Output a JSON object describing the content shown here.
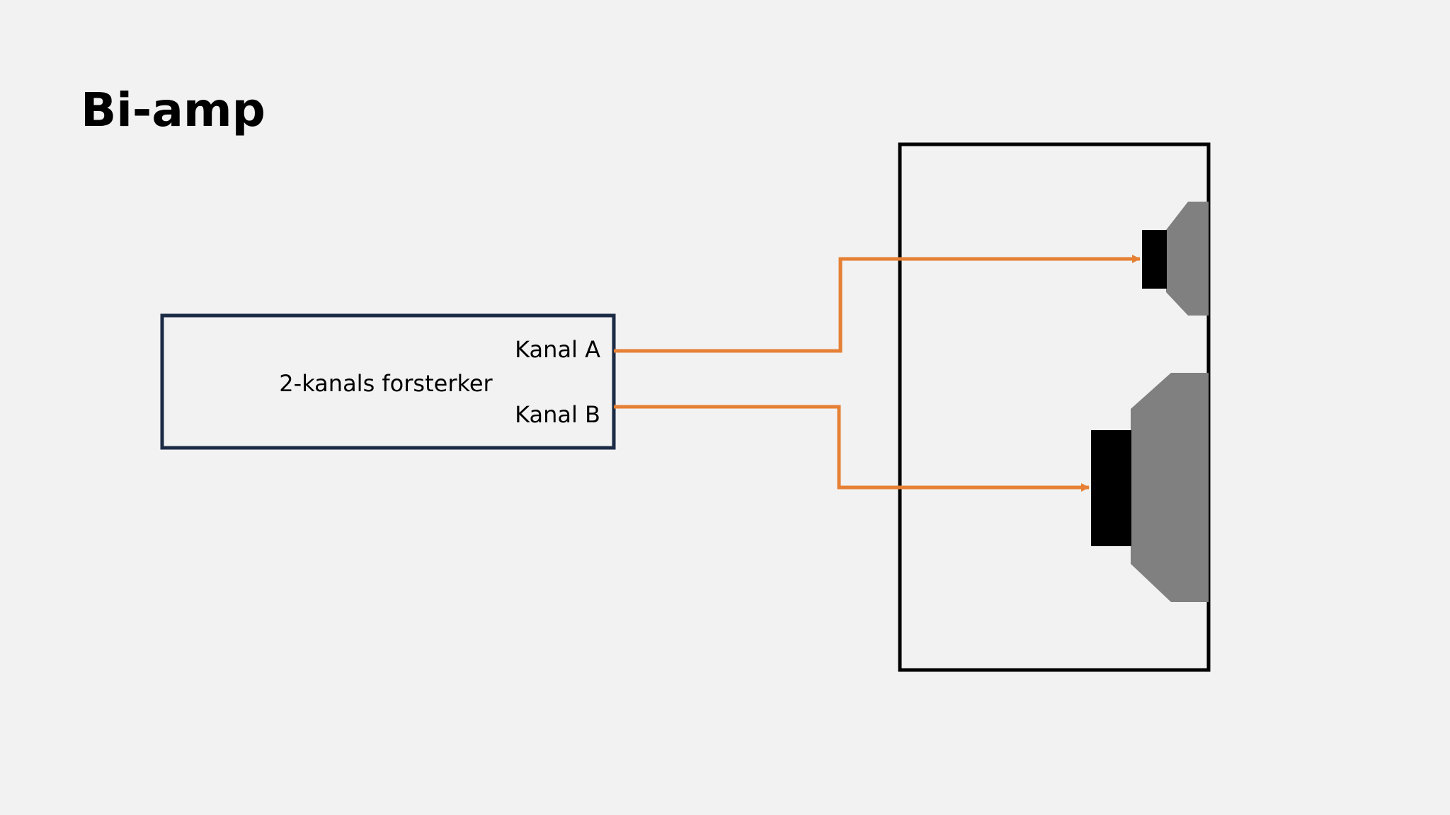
{
  "title": "Bi-amp",
  "amplifier": {
    "label": "2-kanals forsterker",
    "channels": [
      {
        "label": "Kanal A"
      },
      {
        "label": "Kanal B"
      }
    ]
  },
  "colors": {
    "background": "#f2f2f2",
    "amplifier_border": "#1c2b45",
    "wire": "#e58034",
    "cabinet_border": "#000000",
    "driver_magnet": "#000000",
    "driver_cone": "#808080"
  }
}
